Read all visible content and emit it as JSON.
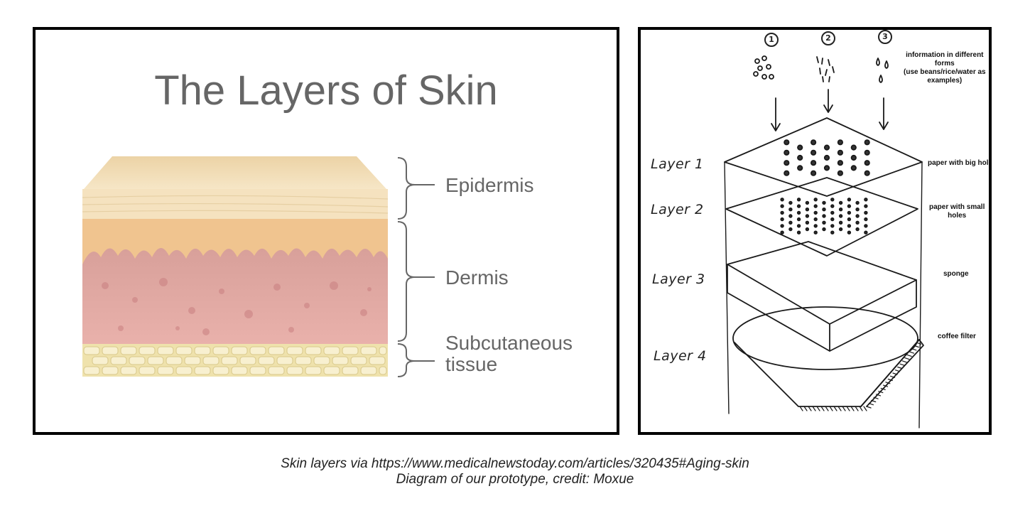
{
  "left_panel": {
    "title": "The Layers of Skin",
    "labels": {
      "epidermis": "Epidermis",
      "dermis": "Dermis",
      "subcutaneous_1": "Subcutaneous",
      "subcutaneous_2": "tissue"
    }
  },
  "right_panel": {
    "numbers": [
      "1",
      "2",
      "3"
    ],
    "info_note": [
      "information in different",
      "forms",
      "(use beans/rice/water as",
      "examples)"
    ],
    "layers": [
      {
        "name": "Layer 1",
        "note": [
          "paper with big hole"
        ]
      },
      {
        "name": "Layer 2",
        "note": [
          "paper with small",
          "holes"
        ]
      },
      {
        "name": "Layer 3",
        "note": [
          "sponge"
        ]
      },
      {
        "name": "Layer 4",
        "note": [
          "coffee filter"
        ]
      }
    ]
  },
  "captions": [
    "Skin layers via https://www.medicalnewstoday.com/articles/320435#Aging-skin",
    "Diagram of our prototype, credit: Moxue"
  ],
  "colors": {
    "epidermis_top": "#f1dcb3",
    "epidermis_band": "#f5e3c0",
    "dermis_upper": "#efc18c",
    "dermis_lower": "#d99a96",
    "fat": "#f3e6b0",
    "label_text": "#666666"
  }
}
